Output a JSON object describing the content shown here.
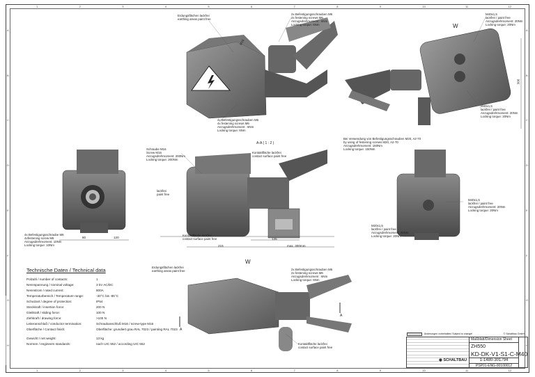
{
  "frame": {
    "columns": [
      "1",
      "2",
      "3",
      "4",
      "5",
      "6",
      "7",
      "8",
      "9",
      "10",
      "11",
      "12"
    ],
    "rows": [
      "A",
      "B",
      "C",
      "D",
      "E",
      "F",
      "G",
      "H"
    ]
  },
  "annotations": {
    "earthing_top": "Erdungsflächen lackfrei\nearthing areas paint free",
    "screws_top": "2x Befestigungsschrauben M6\n2x festening screws M6\nAnzugsdrehmoment : 6Nm\nLocking torque: 6Nm",
    "m40_top_right": "M40x1,5\nlackfrei / paint free\nAnzugsdrehmoment: 20Nm\nLocking torque: 20Nm",
    "view_w_top": "W",
    "m16_label": "M16",
    "screws_4x": "4x Befestigungsschrauben M6\n4x festening screws M6\nAnzugsdrehmoment : 6Nm\nLocking torque: 6Nm",
    "m40_right_mid": "M40x1,5\nlackfrei / paint free\nAnzugsdrehmoment: 20Nm\nLocking torque: 20Nm",
    "m20_note": "Bei Verwendung von Befestigungsschrauben M20, A2-70\nby using of festening screws M20, A2-70\nAnzugsdrehmoment: 150Nm\nLocking torque: 150Nm",
    "section_aa": "A-A ( 1 : 2 )",
    "screw_m16": "Schraube M16\nScrew M16\nAnzugsdrehmoment: 200Nm\nLocking torque: 200Nm",
    "contact_top": "Kontaktfläche lackfrei\ncontact surface paint free",
    "paint_free": "lackfrei\npaint free",
    "m40_right": "M40x1,5\nlackfrei / paint free\nAnzugsdrehmoment: 20Nm\nLocking torque: 20Nm",
    "m20x15": "M20x1,5\nlackfrei / paint free\nAnzugsdrehmoment: 20Nm\nLocking torque: 20Nm",
    "screws_left": "4x Befestigungsschraube M6\n4xfestening screw M6\nAnzugsdrehmoment: 10Nm\nLocking torque: 10Nm",
    "contact_mid": "Kontaktfläche lackfrei\ncontact surface paint free",
    "view_w_bottom": "W",
    "earthing_bottom": "Erdungsflächen lackfrei\nearthing areas paint free",
    "screws_bottom": "2x Befestigungsschrauben M6\n2x festening screws M6\nAnzugsdrehmoment : 6Nm\nLocking torque: 6Nm",
    "contact_bottom": "Kontaktfläche lackfrei\ncontact surface paint free",
    "section_a_left": "A",
    "section_a_right": "A"
  },
  "dimensions": {
    "d80": "80",
    "d120": "120",
    "d215": "215",
    "d135": "135",
    "max300": "max. 300mm",
    "d300": "300"
  },
  "technical_data": {
    "title": "Technische Daten / Technical data",
    "rows": [
      {
        "k": "Polzahl / number of contacts:",
        "v": "1"
      },
      {
        "k": "Nennspannung / nominal voltage:",
        "v": "3 kV AC/DC"
      },
      {
        "k": "Nennstrom / rated current:",
        "v": "800A"
      },
      {
        "k": "Temperaturbereich / Temperature range:",
        "v": "-30°C bis -85°C"
      },
      {
        "k": "Schutzart / degree of protection:",
        "v": "IP54"
      },
      {
        "k": "Steckkraft / insertion force:",
        "v": "200 N"
      },
      {
        "k": "Gleitkraft / sliding force:",
        "v": "100 N"
      },
      {
        "k": "Ziehkraft / drawing force:",
        "v": ">100 N"
      },
      {
        "k": "Leiteranschluß / conductor termination:",
        "v": "Schraubanschluß M16 / screw-type M16"
      },
      {
        "k": "Oberfläche / Contact finish:",
        "v": "Oberfläche: grundiert grau RAL 7023 / painting RAL 7023"
      }
    ],
    "extra": [
      {
        "k": "Gewicht / net weight:",
        "v": "13 kg"
      },
      {
        "k": "Normen / engineers standards:",
        "v": "nach UIC 552 / according UIC 552"
      }
    ]
  },
  "title_block": {
    "changes": "Änderungen vorbehalten/ Subject to change!",
    "copyright": "© Schaltbau GmbH",
    "sheet_type": "Maßblatt/Dimension Sheet",
    "product": "ZH550",
    "type_code": "KD-DK-V1-S1-C-M40",
    "part_number": "1-1480-301794",
    "doc_number": "PSP01-ENG-00100012",
    "company": "SCHALTBAU"
  }
}
